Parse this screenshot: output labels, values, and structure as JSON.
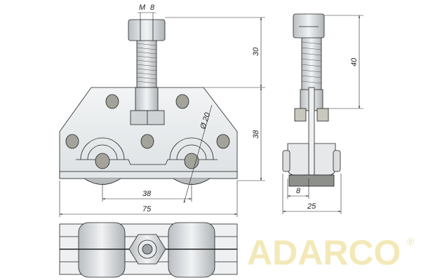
{
  "watermark": {
    "text": "ADARCO",
    "mark": "®"
  },
  "front_view": {
    "thread_label_m": "M",
    "thread_label_size": "8",
    "dim_bolt_height": "30",
    "dim_plate_height": "38",
    "dim_wheel_diameter": "Ø 20",
    "dim_wheel_spacing": "38",
    "dim_total_width": "75"
  },
  "side_view": {
    "dim_bolt_height": "40",
    "dim_wheel_width": "8",
    "dim_total_depth": "25"
  },
  "colors": {
    "line": "#222222",
    "metal": "#d9dde0",
    "hole": "#9a9a92",
    "watermark": "#fbf6dc"
  }
}
